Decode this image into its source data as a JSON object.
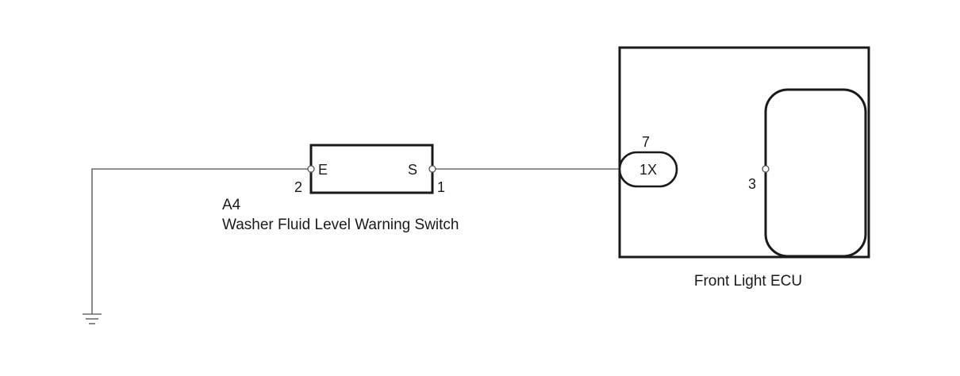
{
  "switch": {
    "code": "A4",
    "name": "Washer Fluid Level Warning Switch",
    "terminal_left_label": "E",
    "terminal_right_label": "S",
    "pin_left": "2",
    "pin_right": "1"
  },
  "ecu": {
    "name": "Front Light ECU",
    "connector_label": "1X",
    "connector_pin": "7",
    "internal_pin": "3"
  }
}
